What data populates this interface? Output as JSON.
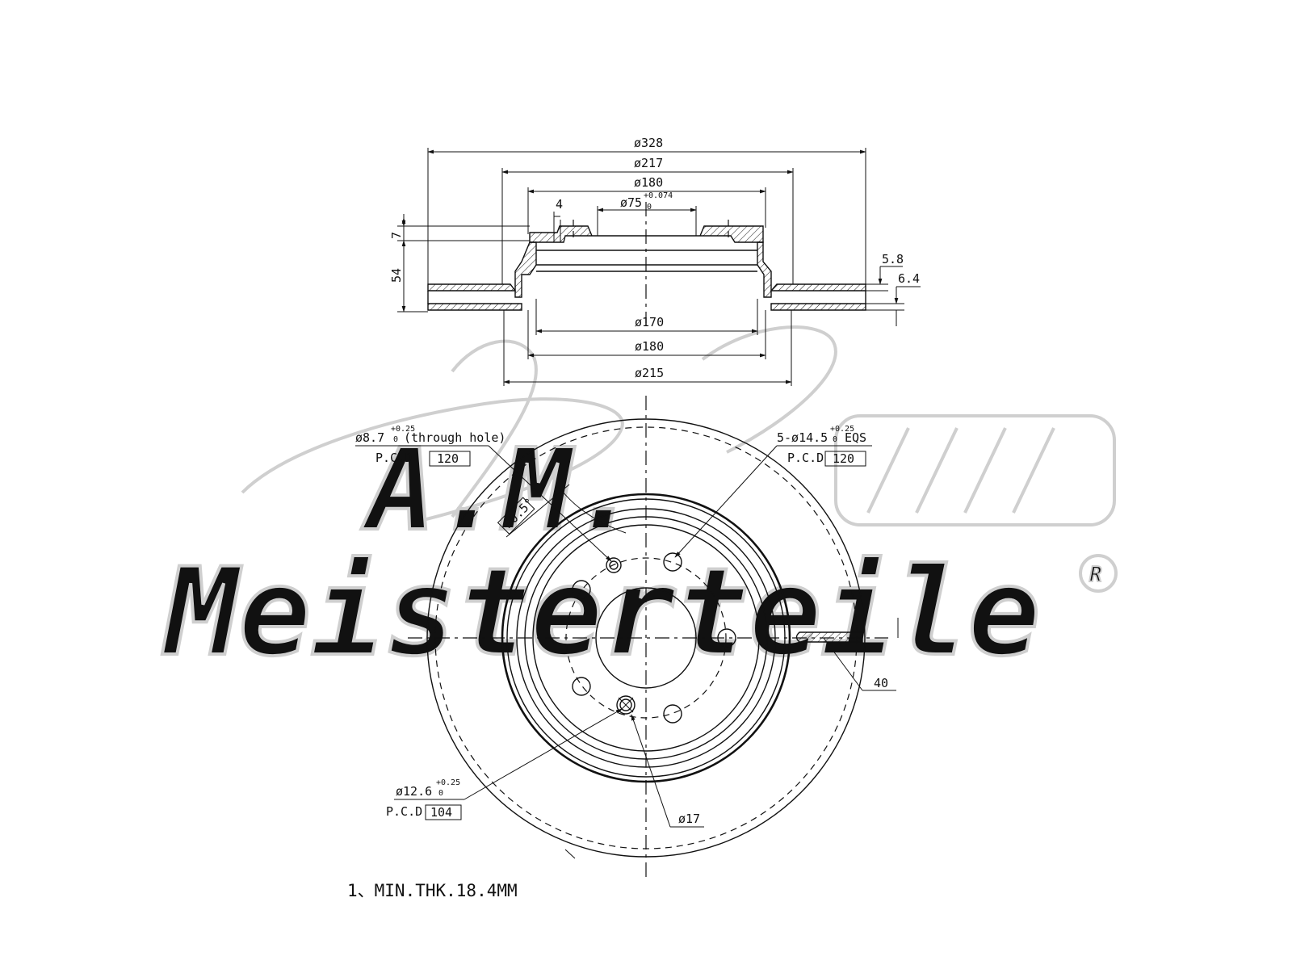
{
  "watermark": {
    "brand_line1": "A.M.",
    "brand_line2": "Meisterteile",
    "registered_mark": "R"
  },
  "section_view": {
    "dimensions": {
      "outer_diameter": "ø328",
      "d217": "ø217",
      "d180_top": "ø180",
      "center_bore": "ø75",
      "center_bore_tol_upper": "+0.074",
      "center_bore_tol_lower": "0",
      "hat_offset": "4",
      "hat_thickness": "7",
      "overall_height": "54",
      "d170": "ø170",
      "d180_bottom": "ø180",
      "d215": "ø215",
      "dim_5_8": "5.8",
      "dim_6_4": "6.4"
    }
  },
  "front_view": {
    "callouts": {
      "through_hole": {
        "size": "ø8.7",
        "tol_upper": "+0.25",
        "tol_lower": "0",
        "note": "(through hole)",
        "pcd_label": "P.C.D",
        "pcd_value": "120"
      },
      "angle": "30.5°",
      "stud_holes": {
        "size": "5-ø14.5",
        "tol_upper": "+0.25",
        "tol_lower": "0",
        "note": "EQS",
        "pcd_label": "P.C.D",
        "pcd_value": "120"
      },
      "slot_width": "40",
      "threaded_hole": {
        "size": "ø12.6",
        "tol_upper": "+0.25",
        "tol_lower": "0",
        "pcd_label": "P.C.D",
        "pcd_value": "104"
      },
      "d17": "ø17"
    }
  },
  "notes": {
    "min_thickness": "1、MIN.THK.18.4MM"
  }
}
